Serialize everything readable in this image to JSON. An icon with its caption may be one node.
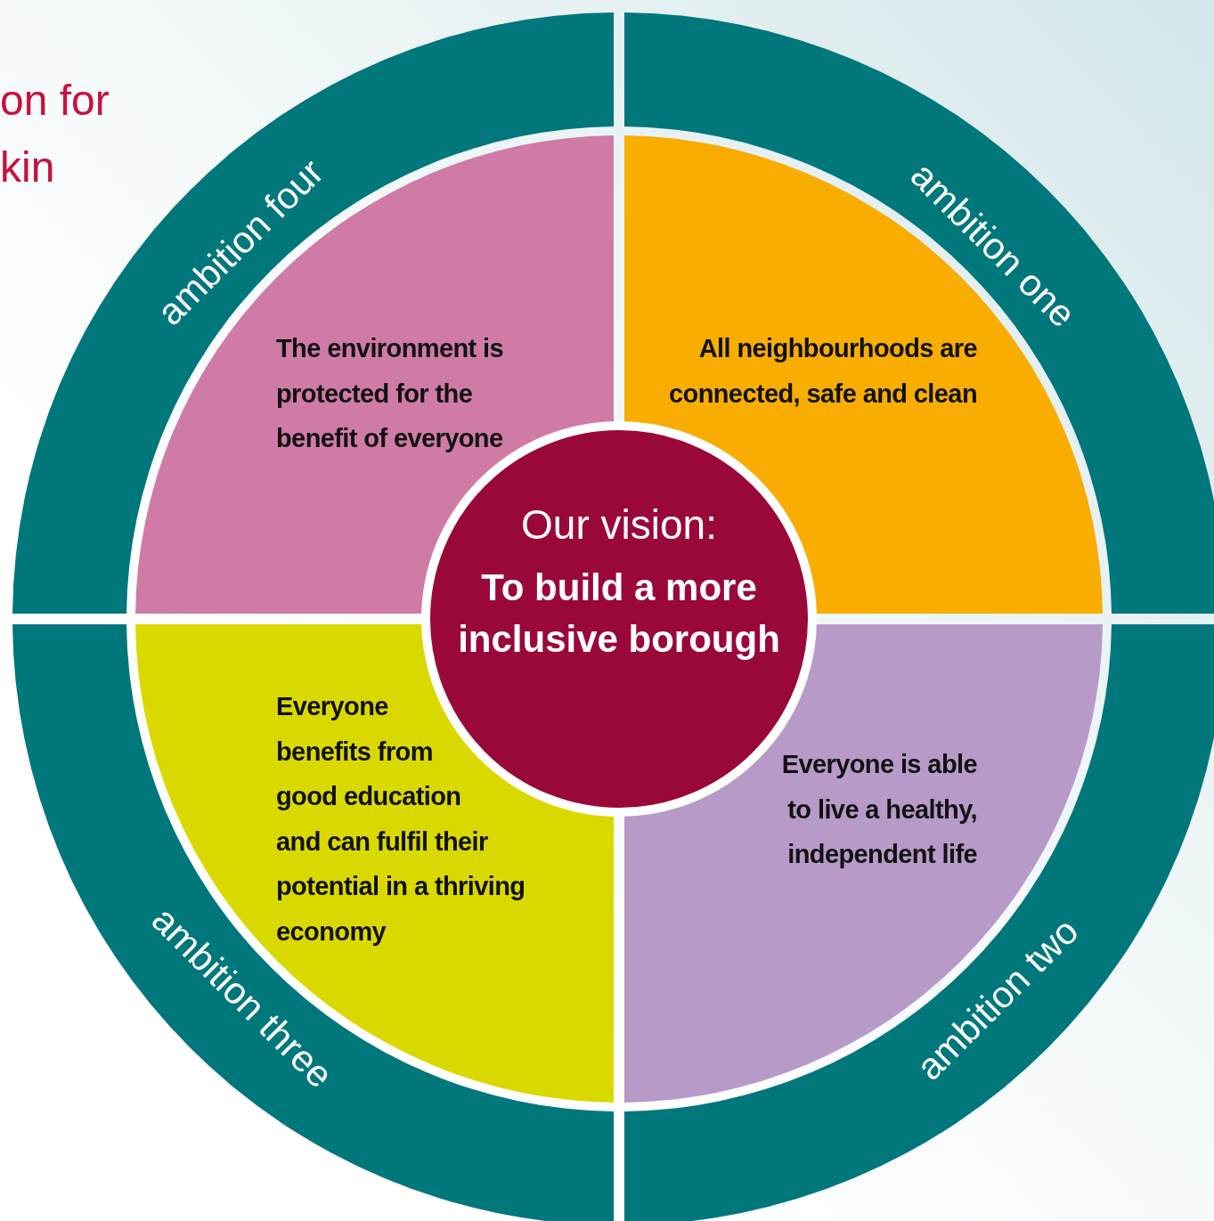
{
  "diagram": {
    "nodes": [
      {
        "text": [
          "ambition four"
        ]
      },
      {
        "text": [
          "ambition one"
        ]
      },
      {
        "text": [
          "The environment is protected for the benefit of everyone"
        ]
      },
      {
        "text": [
          "All neighbourhoods are connected, safe and clean"
        ]
      },
      {
        "text": [
          "Our vision:",
          "To build a more inclusive borough"
        ]
      },
      {
        "text": [
          "Everyone benefits from good education and can fulfil their potential in a thriving economy"
        ]
      },
      {
        "text": [
          "Everyone is able to live a healthy, independent life"
        ]
      },
      {
        "text": [
          "ambition three"
        ]
      },
      {
        "text": [
          "ambition two"
        ]
      }
    ],
    "labels": [
      "on for",
      "kin"
    ]
  }
}
